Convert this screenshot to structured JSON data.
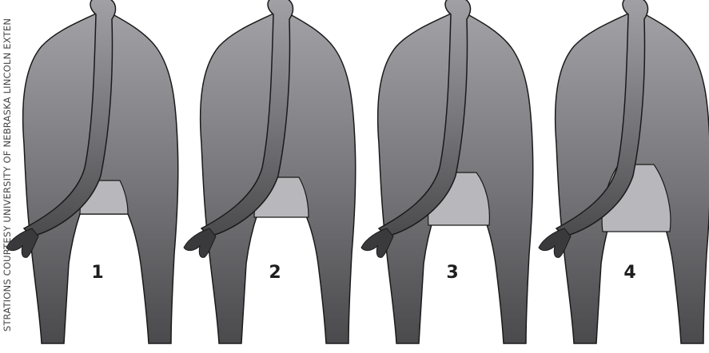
{
  "credit": "STRATIONS COURTESY UNIVERSITY OF NEBRASKA LINCOLN EXTEN",
  "colors": {
    "body_light": "#a2a2a6",
    "body_dark": "#4a4a4d",
    "udder": "#b8b8bc",
    "outline": "#1a1a1a"
  },
  "figures": [
    {
      "label": "1",
      "udder_stage": 1
    },
    {
      "label": "2",
      "udder_stage": 2
    },
    {
      "label": "3",
      "udder_stage": 3
    },
    {
      "label": "4",
      "udder_stage": 4
    }
  ]
}
